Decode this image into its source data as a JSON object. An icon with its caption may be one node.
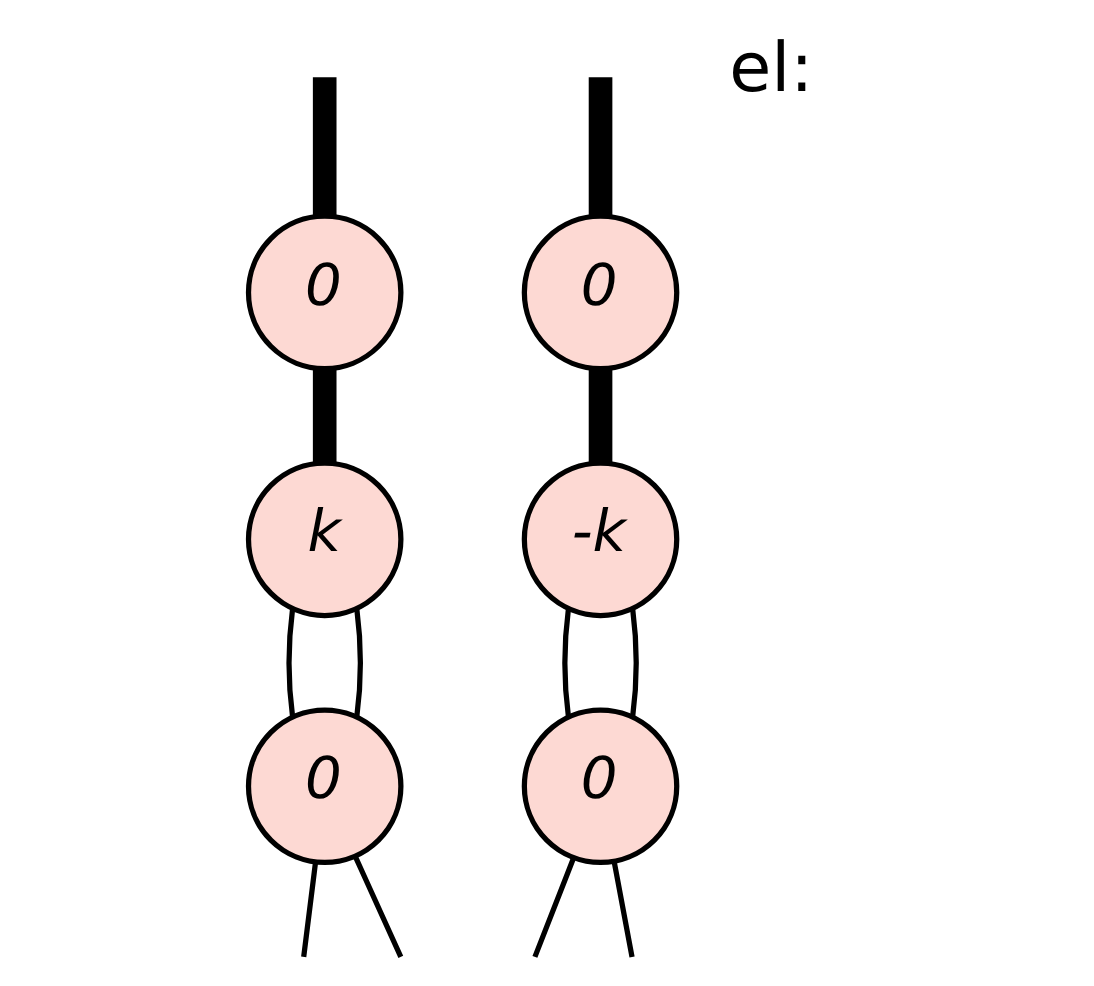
{
  "diagram": {
    "nodes": [
      {
        "text": [
          "0"
        ]
      },
      {
        "text": [
          "0"
        ]
      },
      {
        "text": [
          "k"
        ]
      },
      {
        "text": [
          "-k"
        ]
      },
      {
        "text": [
          "0"
        ]
      },
      {
        "text": [
          "0"
        ]
      }
    ],
    "edges": [
      {
        "from": null,
        "to": 0,
        "arrow": "none",
        "style": "thick"
      },
      {
        "from": 0,
        "to": 2,
        "arrow": "none",
        "style": "thick"
      },
      {
        "from": 2,
        "to": 4,
        "arrow": "none"
      },
      {
        "from": 2,
        "to": 4,
        "arrow": "none"
      },
      {
        "from": null,
        "to": 1,
        "arrow": "none",
        "style": "thick"
      },
      {
        "from": 1,
        "to": 3,
        "arrow": "none",
        "style": "thick"
      },
      {
        "from": 3,
        "to": 5,
        "arrow": "none"
      },
      {
        "from": 3,
        "to": 5,
        "arrow": "none"
      },
      {
        "from": 4,
        "to": null,
        "arrow": "none"
      },
      {
        "from": 4,
        "to": null,
        "arrow": "none"
      },
      {
        "from": 5,
        "to": null,
        "arrow": "none"
      },
      {
        "from": 5,
        "to": null,
        "arrow": "none"
      }
    ],
    "labels": [
      "el:"
    ]
  }
}
